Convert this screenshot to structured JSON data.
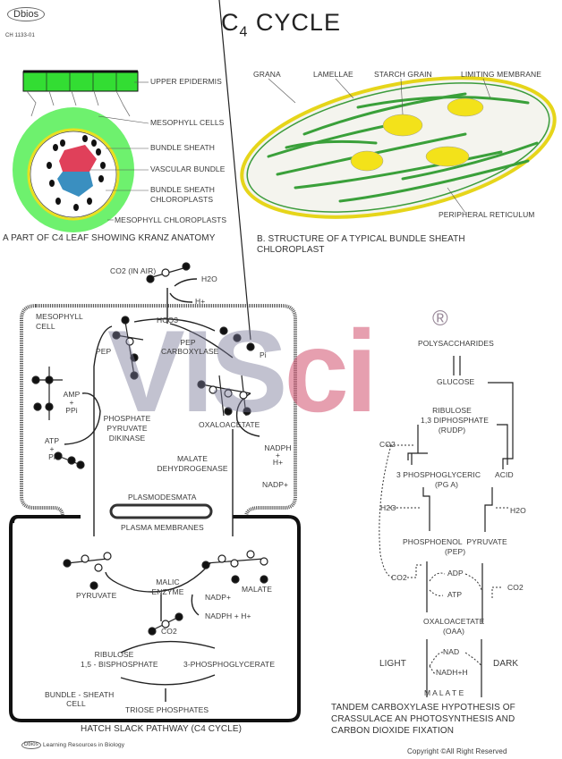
{
  "header": {
    "logo": "Dbios",
    "code": "CH 1133-01",
    "title_main": "C",
    "title_sub": "4",
    "title_rest": " CYCLE"
  },
  "leaf_diagram": {
    "labels": [
      "UPPER EPIDERMIS",
      "MESOPHYLL CELLS",
      "BUNDLE SHEATH",
      "VASCULAR BUNDLE",
      "BUNDLE SHEATH",
      "CHLOROPLASTS",
      "MESOPHYLL CHLOROPLASTS"
    ],
    "caption": "A PART OF C4 LEAF SHOWING KRANZ ANATOMY"
  },
  "chloroplast_diagram": {
    "labels": [
      "GRANA",
      "LAMELLAE",
      "STARCH GRAIN",
      "LIMITING MEMBRANE",
      "PERIPHERAL RETICULUM"
    ],
    "caption_line1": "B. STRUCTURE OF A TYPICAL BUNDLE SHEATH",
    "caption_line2": "CHLOROPLAST"
  },
  "hatch_slack": {
    "co2_air": "CO2 (IN AIR)",
    "h2o": "H2O",
    "h_plus": "H+",
    "hco3": "HCO3",
    "mesophyll_cell": [
      "MESOPHYLL",
      "CELL"
    ],
    "pep": "PEP",
    "pep_carboxylase": [
      "PEP",
      "CARBOXYLASE"
    ],
    "pi": "Pi",
    "amp_ppi": [
      "AMP",
      "+",
      "PPi"
    ],
    "atp_pi": [
      "ATP",
      "+",
      "Pi"
    ],
    "ppdk": [
      "PHOSPHATE",
      "PYRUVATE",
      "DIKINASE"
    ],
    "oxaloacetate": "OXALOACETATE",
    "nadph_h": [
      "NADPH",
      "+",
      "H+"
    ],
    "malate_dh": [
      "MALATE",
      "DEHYDROGENASE"
    ],
    "nadp": "NADP+",
    "plasmodesmata": "PLASMODESMATA",
    "plasma_membranes": "PLASMA MEMBRANES",
    "pyruvate": "PYRUVATE",
    "malic_enzyme": [
      "MALIC",
      "ENZYME"
    ],
    "malate": "MALATE",
    "nadp2": "NADP+",
    "nadph_h2": "NADPH + H+",
    "co2": "CO2",
    "rubp": [
      "RIBULOSE",
      "1,5 - BISPHOSPHATE"
    ],
    "pga": "3-PHOSPHOGLYCERATE",
    "bundle_sheath_cell": [
      "BUNDLE - SHEATH",
      "CELL"
    ],
    "triose": "TRIOSE PHOSPHATES",
    "caption": "HATCH SLACK PATHWAY (C4 CYCLE)"
  },
  "cam": {
    "polysaccharides": "POLYSACCHARIDES",
    "glucose": "GLUCOSE",
    "rudp": [
      "RIBULOSE",
      "1,3 DIPHOSPHATE",
      "(RUDP)"
    ],
    "co2_top": "CO2",
    "pga": "3 PHOSPHOGLYCERIC",
    "acid": "ACID",
    "pga_abbr": "(PG A)",
    "h2o_left": "H2O",
    "h2o_right": "H2O",
    "pep": "PHOSPHOENOL  PYRUVATE",
    "pep_abbr": "(PEP)",
    "co2_left": "CO2",
    "adp": "ADP",
    "atp": "ATP",
    "co2_right": "CO2",
    "oaa": "OXALOACETATE",
    "oaa_abbr": "(OAA)",
    "nad": "NAD",
    "nadh": "NADH+H",
    "light": "LIGHT",
    "dark": "DARK",
    "malate": "M A L A T E",
    "caption": [
      "TANDEM CARBOXYLASE HYPOTHESIS OF",
      "CRASSULACE AN PHOTOSYNTHESIS AND",
      "CARBON DIOXIDE FIXATION"
    ]
  },
  "watermark": {
    "text_a": "VIS",
    "text_b": "ci",
    "registered": "®"
  },
  "footer": {
    "logo": "Dbios",
    "tagline": "Learning Resources in Biology",
    "copyright": "Copyright ©All Right  Reserved"
  },
  "colors": {
    "leaf_green": "#33dd33",
    "xylem_red": "#e0405a",
    "phloem_blue": "#3a8fc0",
    "starch_yellow": "#f3e21a",
    "watermark_pink": "#d25070",
    "watermark_gray": "#787896"
  }
}
